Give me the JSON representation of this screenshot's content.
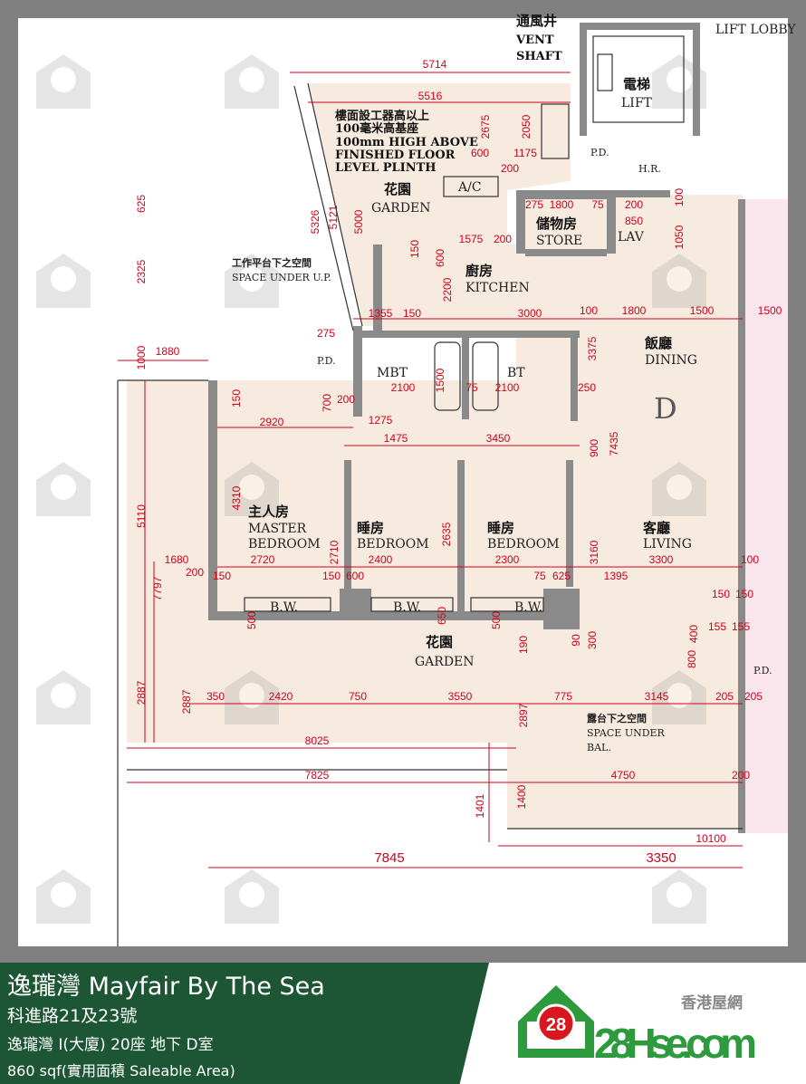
{
  "banner": {
    "title": "逸瓏灣 Mayfair By The Sea",
    "address": "科進路21及23號",
    "unit": "逸瓏灣 I(大廈) 20座 地下 D室",
    "area": "860 sqf(實用面積 Saleable Area)"
  },
  "logo": {
    "text": "28Hse.com",
    "badge": "28",
    "subtitle": "香港屋網"
  },
  "watermark": "28Hse.com",
  "colors": {
    "frame": "#808080",
    "banner": "#1d5634",
    "dimension": "#d0021b",
    "floor": "#f7ebe0",
    "wall": "#8a8a8a",
    "adjacent_unit": "#fbe6ee",
    "logo_green": "#2e9a3e"
  },
  "note": [
    "樓面設工器高以上",
    "100毫米高基座",
    "100mm HIGH ABOVE",
    "FINISHED FLOOR",
    "LEVEL PLINTH"
  ],
  "rooms": {
    "garden_top_zh": "花園",
    "garden_top_en": "GARDEN",
    "store_zh": "儲物房",
    "store_en": "STORE",
    "lav": "LAV",
    "kitchen_zh": "廚房",
    "kitchen_en": "KITCHEN",
    "dining_zh": "飯廳",
    "dining_en": "DINING",
    "unit_letter": "D",
    "master_zh": "主人房",
    "master_en1": "MASTER",
    "master_en2": "BEDROOM",
    "bed1_zh": "睡房",
    "bed1_en": "BEDROOM",
    "bed2_zh": "睡房",
    "bed2_en": "BEDROOM",
    "living_zh": "客廳",
    "living_en": "LIVING",
    "mbt": "MBT",
    "bt": "BT",
    "bw": "B.W.",
    "garden_bottom_zh": "花園",
    "garden_bottom_en": "GARDEN",
    "bal_zh": "露台下之空間",
    "bal_en1": "SPACE UNDER",
    "bal_en2": "BAL.",
    "up_zh": "工作平台下之空間",
    "up_en": "SPACE UNDER U.P.",
    "lift_zh": "電梯",
    "lift_en": "LIFT",
    "lift_lobby": "LIFT LOBBY",
    "vent_zh": "通風井",
    "vent_en1": "VENT",
    "vent_en2": "SHAFT",
    "pd": "P.D.",
    "hr": "H.R.",
    "ac": "A/C"
  },
  "dimensions": [
    "5714",
    "5516",
    "2675",
    "2050",
    "600",
    "1175",
    "200",
    "5326",
    "5121",
    "5000",
    "275",
    "1800",
    "75",
    "200",
    "850",
    "100",
    "1050",
    "1575",
    "200",
    "600",
    "150",
    "2200",
    "1355",
    "150",
    "3000",
    "100",
    "1800",
    "1500",
    "1500",
    "3375",
    "275",
    "2100",
    "1500",
    "75",
    "2100",
    "250",
    "700",
    "200",
    "150",
    "1275",
    "2920",
    "1475",
    "3450",
    "900",
    "7435",
    "4310",
    "2710",
    "2635",
    "3160",
    "2720",
    "2400",
    "2300",
    "3300",
    "100",
    "1680",
    "200",
    "150",
    "150",
    "600",
    "75",
    "625",
    "1395",
    "150",
    "150",
    "500",
    "650",
    "500",
    "190",
    "90",
    "300",
    "400",
    "155",
    "155",
    "800",
    "350",
    "2420",
    "750",
    "3550",
    "775",
    "3145",
    "205",
    "205",
    "2887",
    "2897",
    "8025",
    "7825",
    "4750",
    "200",
    "1401",
    "1400",
    "10100",
    "7845",
    "3350",
    "625",
    "2325",
    "1000",
    "1880",
    "5110",
    "7797",
    "2887"
  ]
}
